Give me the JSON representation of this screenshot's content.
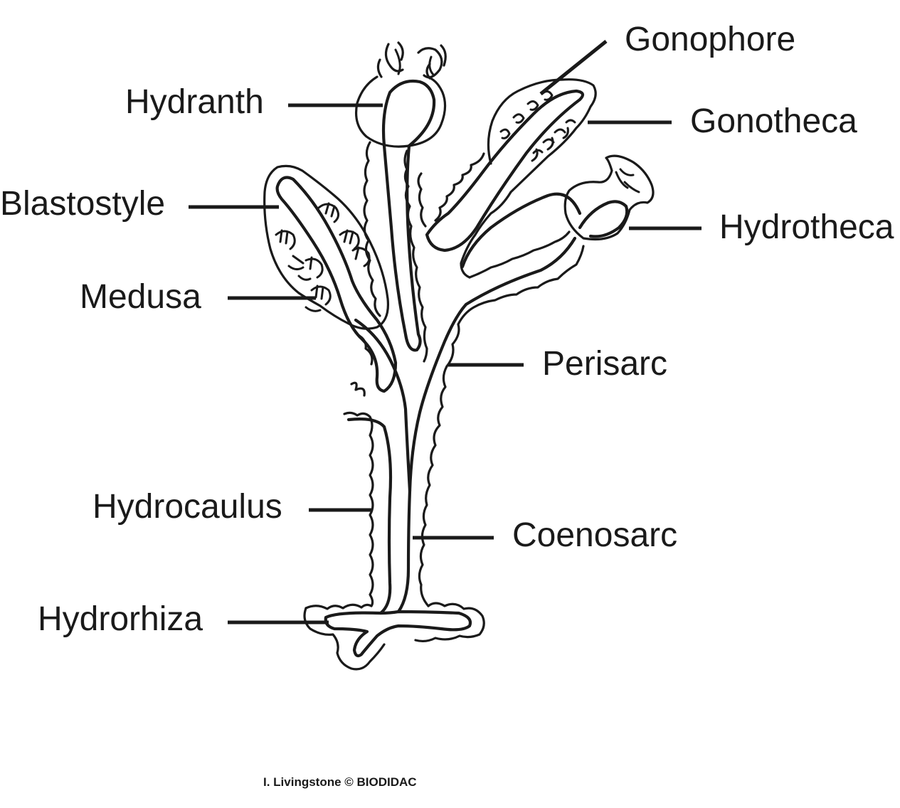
{
  "labels": {
    "gonophore": "Gonophore",
    "hydranth": "Hydranth",
    "gonotheca": "Gonotheca",
    "blastostyle": "Blastostyle",
    "hydrotheca": "Hydrotheca",
    "medusa": "Medusa",
    "perisarc": "Perisarc",
    "hydrocaulus": "Hydrocaulus",
    "coenosarc": "Coenosarc",
    "hydrorhiza": "Hydrorhiza"
  },
  "credit": "I. Livingstone © BIODIDAC"
}
